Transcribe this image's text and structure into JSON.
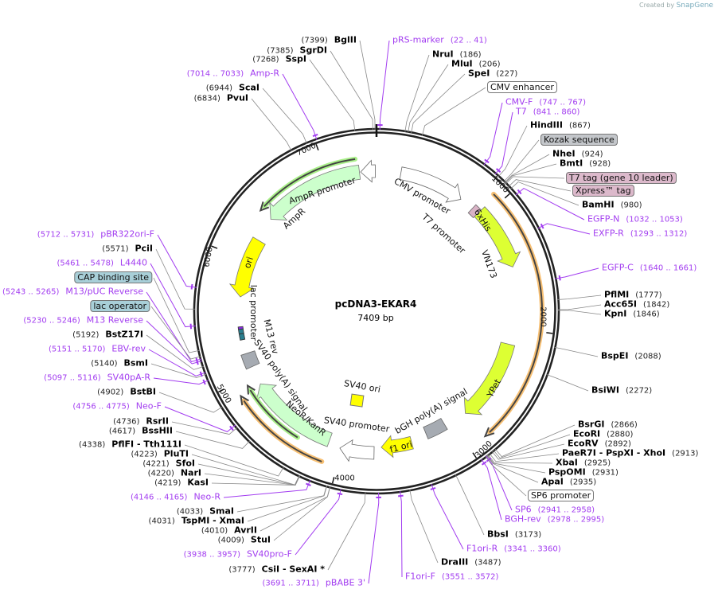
{
  "credit": {
    "prefix": "Created by",
    "brand": "SnapGene"
  },
  "plasmid": {
    "name": "pcDNA3-EKAR4",
    "size": "7409 bp"
  },
  "tick_labels": [
    "1000",
    "2000",
    "3000",
    "4000",
    "5000",
    "6000",
    "7000"
  ],
  "enzymes": [
    {
      "name": "BglII",
      "pos": "7399"
    },
    {
      "name": "SgrDI",
      "pos": "7385"
    },
    {
      "name": "SspI",
      "pos": "7268"
    },
    {
      "name": "ScaI",
      "pos": "6944"
    },
    {
      "name": "PvuI",
      "pos": "6834"
    },
    {
      "name": "NruI",
      "pos": "186"
    },
    {
      "name": "MluI",
      "pos": "206"
    },
    {
      "name": "SpeI",
      "pos": "227"
    },
    {
      "name": "HindIII",
      "pos": "867"
    },
    {
      "name": "NheI",
      "pos": "924"
    },
    {
      "name": "BmtI",
      "pos": "928"
    },
    {
      "name": "BamHI",
      "pos": "980"
    },
    {
      "name": "PflMI",
      "pos": "1777"
    },
    {
      "name": "Acc65I",
      "pos": "1842"
    },
    {
      "name": "KpnI",
      "pos": "1846"
    },
    {
      "name": "BspEI",
      "pos": "2088"
    },
    {
      "name": "BsiWI",
      "pos": "2272"
    },
    {
      "name": "BsrGI",
      "pos": "2866"
    },
    {
      "name": "EcoRI",
      "pos": "2880"
    },
    {
      "name": "EcoRV",
      "pos": "2892"
    },
    {
      "name": "PaeR7I  - PspXI  - XhoI",
      "pos": "2913"
    },
    {
      "name": "XbaI",
      "pos": "2925"
    },
    {
      "name": "PspOMI",
      "pos": "2931"
    },
    {
      "name": "ApaI",
      "pos": "2935"
    },
    {
      "name": "BbsI",
      "pos": "3173"
    },
    {
      "name": "DraIII",
      "pos": "3487"
    },
    {
      "name": "CsiI  - SexAI *",
      "pos": "3777"
    },
    {
      "name": "StuI",
      "pos": "4009"
    },
    {
      "name": "AvrII",
      "pos": "4010"
    },
    {
      "name": "TspMI  - XmaI",
      "pos": "4031"
    },
    {
      "name": "SmaI",
      "pos": "4033"
    },
    {
      "name": "KasI",
      "pos": "4219"
    },
    {
      "name": "NarI",
      "pos": "4220"
    },
    {
      "name": "SfoI",
      "pos": "4221"
    },
    {
      "name": "PluTI",
      "pos": "4223"
    },
    {
      "name": "PflFI  - Tth111I",
      "pos": "4338"
    },
    {
      "name": "BssHII",
      "pos": "4617"
    },
    {
      "name": "RsrII",
      "pos": "4736"
    },
    {
      "name": "BstBI",
      "pos": "4902"
    },
    {
      "name": "BsmI",
      "pos": "5140"
    },
    {
      "name": "BstZ17I",
      "pos": "5192"
    },
    {
      "name": "PciI",
      "pos": "5571"
    }
  ],
  "primers": [
    {
      "name": "pRS-marker",
      "range": "22 .. 41"
    },
    {
      "name": "Amp-R",
      "range": "7014 .. 7033"
    },
    {
      "name": "CMV-F",
      "range": "747 .. 767"
    },
    {
      "name": "T7",
      "range": "841 .. 860"
    },
    {
      "name": "EGFP-N",
      "range": "1032 .. 1053"
    },
    {
      "name": "EXFP-R",
      "range": "1293 .. 1312"
    },
    {
      "name": "EGFP-C",
      "range": "1640 .. 1661"
    },
    {
      "name": "SP6",
      "range": "2941 .. 2958"
    },
    {
      "name": "BGH-rev",
      "range": "2978 .. 2995"
    },
    {
      "name": "F1ori-R",
      "range": "3341 .. 3360"
    },
    {
      "name": "F1ori-F",
      "range": "3551 .. 3572"
    },
    {
      "name": "pBABE 3'",
      "range": "3691 .. 3711"
    },
    {
      "name": "SV40pro-F",
      "range": "3938 .. 3957"
    },
    {
      "name": "Neo-R",
      "range": "4146 .. 4165"
    },
    {
      "name": "Neo-F",
      "range": "4756 .. 4775"
    },
    {
      "name": "SV40pA-R",
      "range": "5097 .. 5116"
    },
    {
      "name": "EBV-rev",
      "range": "5151 .. 5170"
    },
    {
      "name": "M13 Reverse",
      "range": "5230 .. 5246"
    },
    {
      "name": "M13/pUC Reverse",
      "range": "5243 .. 5265"
    },
    {
      "name": "L4440",
      "range": "5461 .. 5478"
    },
    {
      "name": "pBR322ori-F",
      "range": "5712 .. 5731"
    }
  ],
  "boxed_features": [
    {
      "name": "CMV enhancer",
      "color": "#ffffff"
    },
    {
      "name": "Kozak sequence",
      "color": "#c3c6ca"
    },
    {
      "name": "T7 tag (gene 10 leader)",
      "color": "#dcb9cb"
    },
    {
      "name": "Xpress™ tag",
      "color": "#dcb9cb"
    },
    {
      "name": "SP6 promoter",
      "color": "#ffffff"
    },
    {
      "name": "CAP binding site",
      "color": "#a8cfd8"
    },
    {
      "name": "lac operator",
      "color": "#a8cfd8"
    }
  ],
  "features": {
    "ampr_promoter": "AmpR promoter",
    "ampr": "AmpR",
    "cmv_promoter": "CMV promoter",
    "t7_promoter": "T7 promoter",
    "his": "6xHis",
    "vn173": "VN173",
    "ori": "ori",
    "lac_promoter": "lac promoter",
    "m13_rev": "M13 rev",
    "sv40_polya": "SV40 poly(A) signal",
    "sv40_ori": "SV40 ori",
    "neo": "NeoR/KanR",
    "sv40_promoter": "SV40 promoter",
    "bgh": "bGH poly(A) signal",
    "ypet": "YPet",
    "f1_ori": "f1 ori"
  },
  "colors": {
    "primer": "#a23cf0",
    "orf_yellowgreen": "#ddff33",
    "ori_yellow": "#ffff00",
    "resistance_green": "#ccffcc",
    "polya_gray": "#a6abb2",
    "orf_orange": "#f7c074"
  }
}
